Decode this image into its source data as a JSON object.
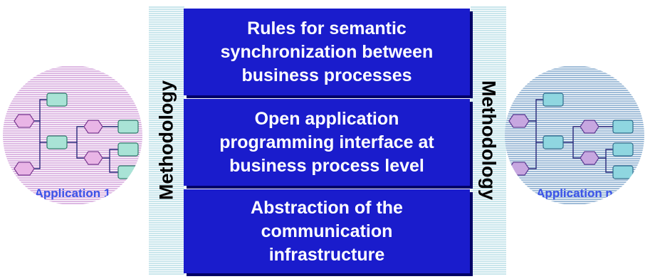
{
  "layers": [
    {
      "lines": [
        "Rules for semantic",
        "synchronization between",
        "business processes"
      ]
    },
    {
      "lines": [
        "Open application",
        "programming interface at",
        "business process level"
      ]
    },
    {
      "lines": [
        "Abstraction of the",
        "communication",
        "infrastructure"
      ]
    }
  ],
  "methodology_left": "Methodology",
  "methodology_right": "Methodology",
  "applications": [
    {
      "label": "Application 1"
    },
    {
      "label": "Application n"
    }
  ],
  "colors": {
    "layer_fill": "#1a1ccc",
    "layer_text": "#ffffff",
    "pillar_stripe": "#c9e6ec",
    "app1_stripe": "#ddb8e3",
    "appn_stripe": "#9fbcd8",
    "app_label": "#3b53e8",
    "process_hex": "#e9b5e6",
    "process_box": "#a9e3d6"
  },
  "icons": [
    "process-flow-icon"
  ]
}
